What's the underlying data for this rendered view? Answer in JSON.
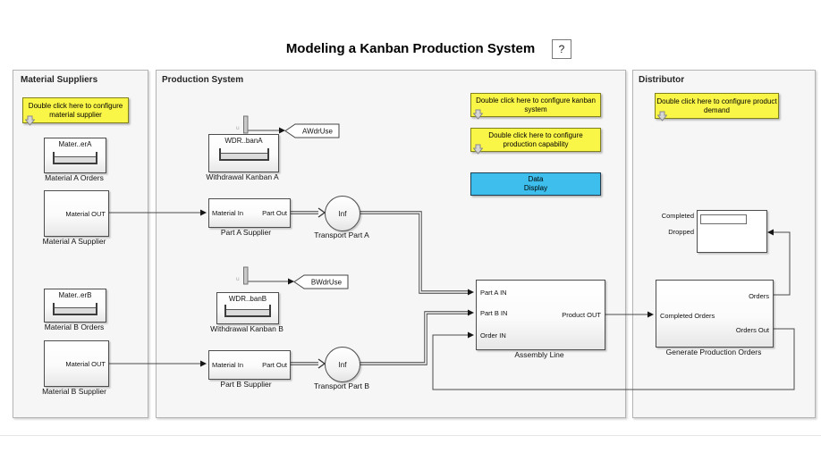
{
  "title": "Modeling a Kanban Production System",
  "help_label": "?",
  "suppliers": {
    "header": "Material Suppliers",
    "note": "Double click here to configure material supplier",
    "a_orders_title": "Mater..erA",
    "a_orders_caption": "Material A Orders",
    "a_supplier_port": "Material OUT",
    "a_supplier_caption": "Material A Supplier",
    "b_orders_title": "Mater..erB",
    "b_orders_caption": "Material B Orders",
    "b_supplier_port": "Material OUT",
    "b_supplier_caption": "Material B Supplier"
  },
  "production": {
    "header": "Production System",
    "note_kanban": "Double click here to configure kanban system",
    "note_capability": "Double click here to configure production capability",
    "data_display_line1": "Data",
    "data_display_line2": "Display",
    "withdrawal_a_title": "WDR..banA",
    "withdrawal_a_caption": "Withdrawal Kanban A",
    "withdrawal_b_title": "WDR..banB",
    "withdrawal_b_caption": "Withdrawal Kanban B",
    "signal_label": "u",
    "tag_a": "AWdrUse",
    "tag_b": "BWdrUse",
    "part_supplier_in": "Material In",
    "part_supplier_out": "Part Out",
    "part_a_caption": "Part A Supplier",
    "part_b_caption": "Part B Supplier",
    "transport_value": "Inf",
    "transport_a_caption": "Transport Part A",
    "transport_b_caption": "Transport Part B",
    "assembly_port_a": "Part A IN",
    "assembly_port_b": "Part B IN",
    "assembly_port_order": "Order IN",
    "assembly_port_out": "Product OUT",
    "assembly_caption": "Assembly Line"
  },
  "distributor": {
    "header": "Distributor",
    "note": "Double click here to configure product demand",
    "display_label_completed": "Completed",
    "display_label_dropped": "Dropped",
    "gen_port_in": "Completed Orders",
    "gen_port_orders": "Orders",
    "gen_port_orders_out": "Orders Out",
    "gen_caption": "Generate Production Orders"
  },
  "colors": {
    "note_yellow": "#faf648",
    "data_display_cyan": "#3dbeec"
  }
}
